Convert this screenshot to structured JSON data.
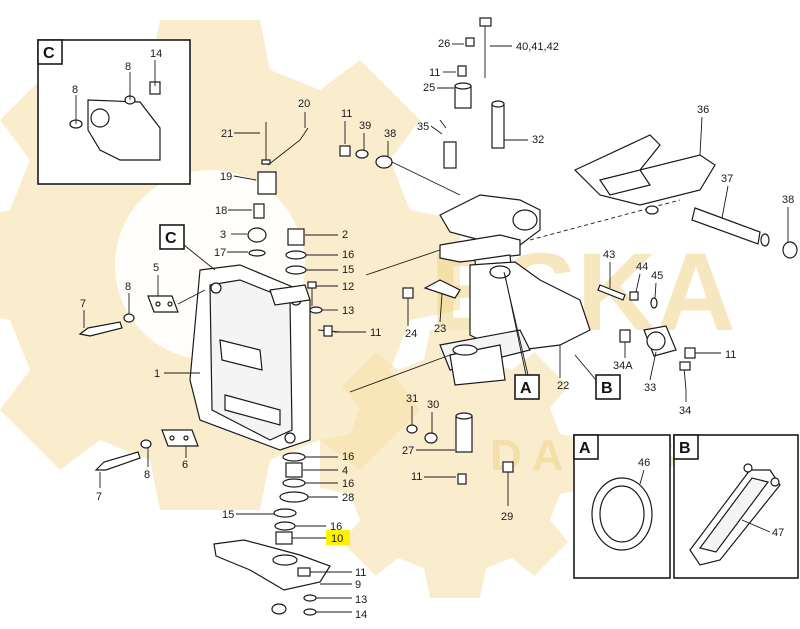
{
  "watermark": {
    "brand": "ESKA",
    "sub": "DALYS",
    "color": "#f6dfa6"
  },
  "highlight_color": "#fff200",
  "inset_tags": {
    "c_detail": "C",
    "a_detail": "A",
    "b_detail": "B"
  },
  "callouts": {
    "c_frame_tag": "C",
    "a_tag": "A",
    "b_tag": "B"
  },
  "labels": {
    "inset_c_14": "14",
    "inset_c_8a": "8",
    "inset_c_8b": "8",
    "l20": "20",
    "l21": "21",
    "l19": "19",
    "l18": "18",
    "l3": "3",
    "l17": "17",
    "l2": "2",
    "l16a": "16",
    "l15a": "15",
    "l12": "12",
    "l13a": "13",
    "l11a": "11",
    "l5": "5",
    "l8a": "8",
    "l7a": "7",
    "l1": "1",
    "l6": "6",
    "l8b": "8",
    "l7b": "7",
    "l16b": "16",
    "l4": "4",
    "l16c": "16",
    "l28": "28",
    "l15b": "15",
    "l16d": "16",
    "l10": "10",
    "l11b": "11",
    "l9": "9",
    "l13b": "13",
    "l14": "14",
    "l26": "26",
    "l4041": "40,41,42",
    "l11c": "11",
    "l25": "25",
    "l11d": "11",
    "l39": "39",
    "l38a": "38",
    "l35": "35",
    "l32": "32",
    "l36": "36",
    "l37": "37",
    "l38b": "38",
    "l43": "43",
    "l44": "44",
    "l45": "45",
    "l24": "24",
    "l23": "23",
    "l34a": "34A",
    "l33": "33",
    "l11e": "11",
    "l34": "34",
    "l22": "22",
    "l31": "31",
    "l30": "30",
    "l27": "27",
    "l11f": "11",
    "l29": "29",
    "l46": "46",
    "l47": "47"
  }
}
